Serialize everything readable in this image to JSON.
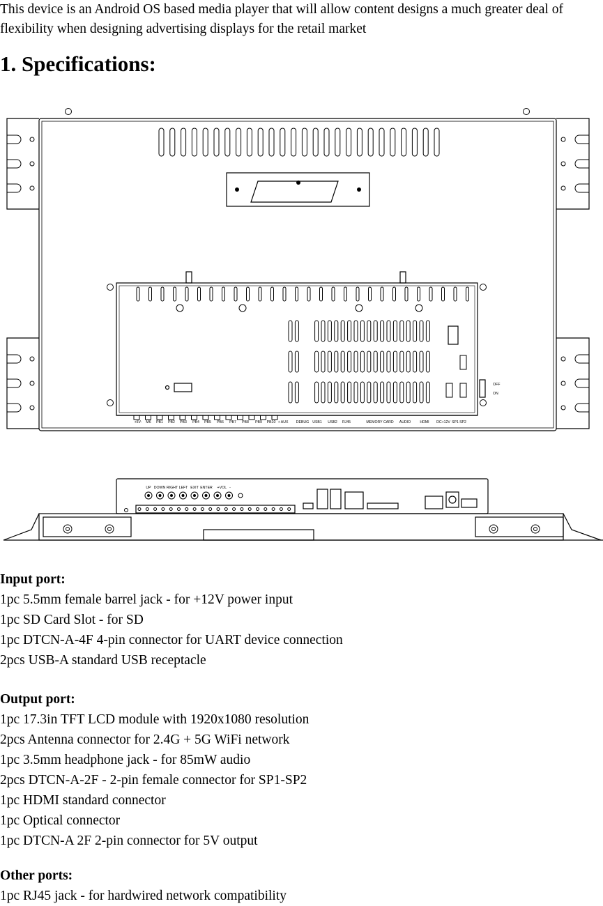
{
  "intro": "This device is an Android OS based media player that will allow content designs a much greater deal of flexibility when designing advertising displays for the retail market",
  "heading": "1. Specifications:",
  "drawing": {
    "rear_port_labels": [
      "+5V-",
      "M6",
      "PB1",
      "PB2",
      "PB3",
      "PB4",
      "PB5",
      "PB6",
      "PB7",
      "PB8",
      "PB9",
      "PB10",
      "+ AUX",
      "DEBUG",
      "USB1",
      "USB2",
      "RJ45",
      "MEMORY CARD",
      "AUDIO",
      "HDMI",
      "DC+12V",
      "SP1",
      "SP2"
    ],
    "switch_labels": [
      "OFF",
      "ON"
    ],
    "button_labels": [
      "UP",
      "DOWN",
      "RIGHT",
      "LEFT",
      "EXIT",
      "ENTER",
      "+",
      "VOL",
      "-"
    ]
  },
  "sections": [
    {
      "title": "Input port:",
      "lines": [
        "1pc 5.5mm female barrel jack - for +12V power input",
        "1pc SD Card Slot - for SD",
        "1pc DTCN-A-4F 4-pin connector for UART device connection",
        "2pcs USB-A standard USB receptacle"
      ]
    },
    {
      "title": "Output port:",
      "lines": [
        "1pc 17.3in TFT LCD module with 1920x1080 resolution",
        "2pcs Antenna connector for 2.4G + 5G WiFi network",
        "1pc 3.5mm headphone jack - for 85mW audio",
        "2pcs DTCN-A-2F - 2-pin female connector for SP1-SP2",
        "1pc HDMI standard connector",
        "1pc Optical connector",
        "1pc DTCN-A 2F 2-pin connector for 5V output"
      ]
    },
    {
      "title": "Other ports:",
      "lines": [
        "1pc RJ45 jack - for hardwired network compatibility"
      ]
    }
  ]
}
